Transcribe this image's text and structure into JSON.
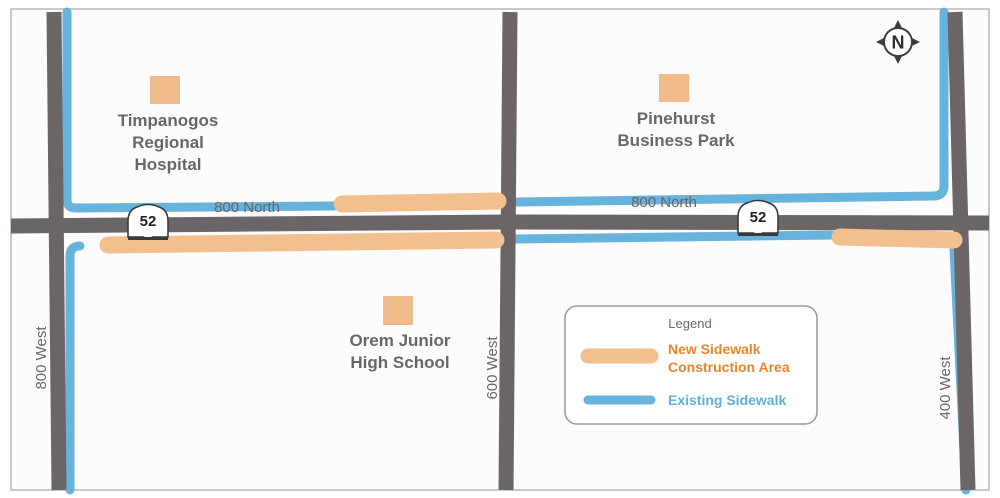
{
  "colors": {
    "background": "#fcfcfd",
    "road": "#6b6566",
    "existing_sidewalk": "#67b3db",
    "new_sidewalk": "#f2c08e",
    "poi_marker": "#efbb8a",
    "label_text": "#6b6566",
    "legend_new_text": "#e8842c",
    "legend_existing_text": "#5fb0dc",
    "legend_border": "#9c9898"
  },
  "streets": {
    "north": "800 North",
    "north_east": "800 North",
    "west_800": "800 West",
    "west_600": "600 West",
    "west_400": "400 West"
  },
  "route_shield": {
    "number": "52",
    "icon": "utah-state-route-shield-icon"
  },
  "pois": {
    "hospital": {
      "lines": [
        "Timpanogos",
        "Regional",
        "Hospital"
      ]
    },
    "business_park": {
      "lines": [
        "Pinehurst",
        "Business Park"
      ]
    },
    "school": {
      "lines": [
        "Orem Junior",
        "High School"
      ]
    }
  },
  "compass": {
    "letter": "N",
    "icon": "compass-rose-icon"
  },
  "legend": {
    "title": "Legend",
    "new_sidewalk_lines": [
      "New Sidewalk",
      "Construction Area"
    ],
    "existing_sidewalk": "Existing Sidewalk"
  }
}
